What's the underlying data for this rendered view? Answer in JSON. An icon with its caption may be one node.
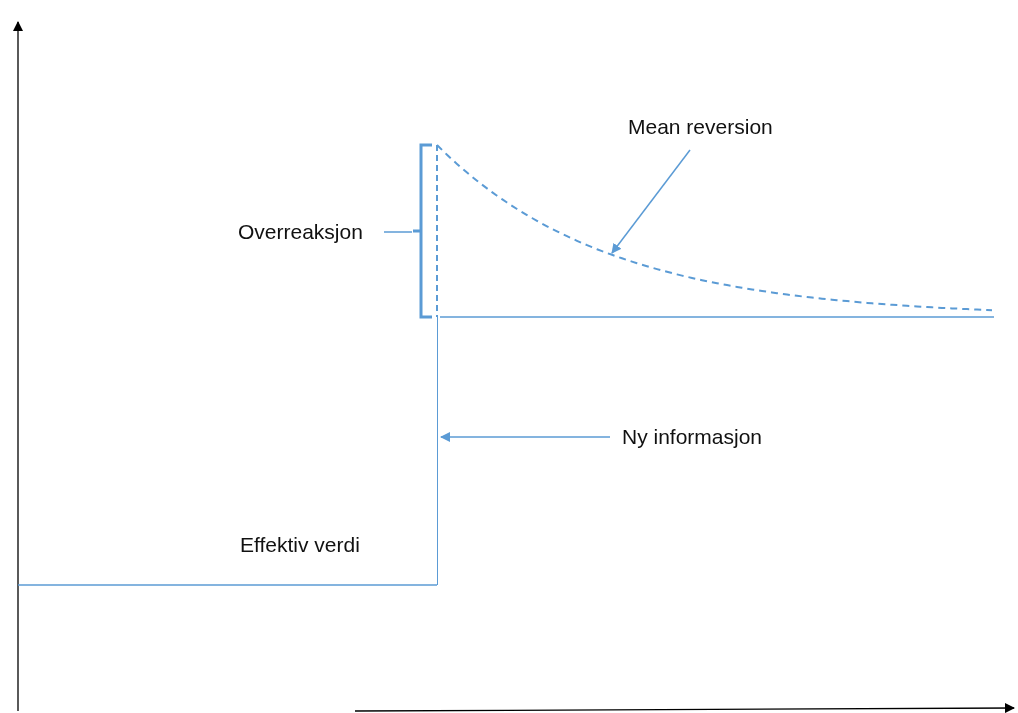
{
  "diagram": {
    "nodes": [
      {
        "text": [
          "Overreaksjon"
        ]
      },
      {
        "text": [],
        "shape": "bracket"
      },
      {
        "text": [
          "Mean reversion"
        ]
      },
      {
        "text": [],
        "shape": "curve"
      },
      {
        "text": [
          "Ny informasjon"
        ]
      },
      {
        "text": [],
        "shape": "line"
      }
    ],
    "edges": [
      {
        "from": 0,
        "to": 1,
        "arrow": "none"
      },
      {
        "from": 2,
        "to": 3,
        "arrow": "to"
      },
      {
        "from": 4,
        "to": 5,
        "arrow": "to"
      }
    ],
    "labels": [
      "Effektiv verdi"
    ]
  }
}
